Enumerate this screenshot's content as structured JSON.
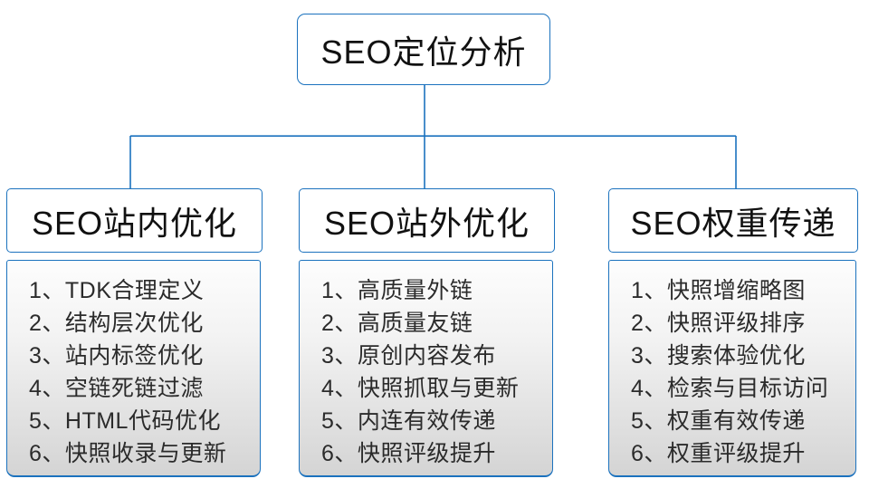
{
  "colors": {
    "line_blue": "#1b72be",
    "text_dark": "#1f1f1f",
    "panel_top": "#fdfdfd",
    "panel_bottom": "#d4d4d4",
    "box_bg": "#ffffff"
  },
  "root": {
    "label": "SEO定位分析"
  },
  "branches": [
    {
      "title": "SEO站内优化",
      "items": [
        "1、TDK合理定义",
        "2、结构层次优化",
        "3、站内标签优化",
        "4、空链死链过滤",
        "5、HTML代码优化",
        "6、快照收录与更新"
      ]
    },
    {
      "title": "SEO站外优化",
      "items": [
        "1、高质量外链",
        "2、高质量友链",
        "3、原创内容发布",
        "4、快照抓取与更新",
        "5、内连有效传递",
        "6、快照评级提升"
      ]
    },
    {
      "title": "SEO权重传递",
      "items": [
        "1、快照增缩略图",
        "2、快照评级排序",
        "3、搜索体验优化",
        "4、检索与目标访问",
        "5、权重有效传递",
        "6、权重评级提升"
      ]
    }
  ]
}
